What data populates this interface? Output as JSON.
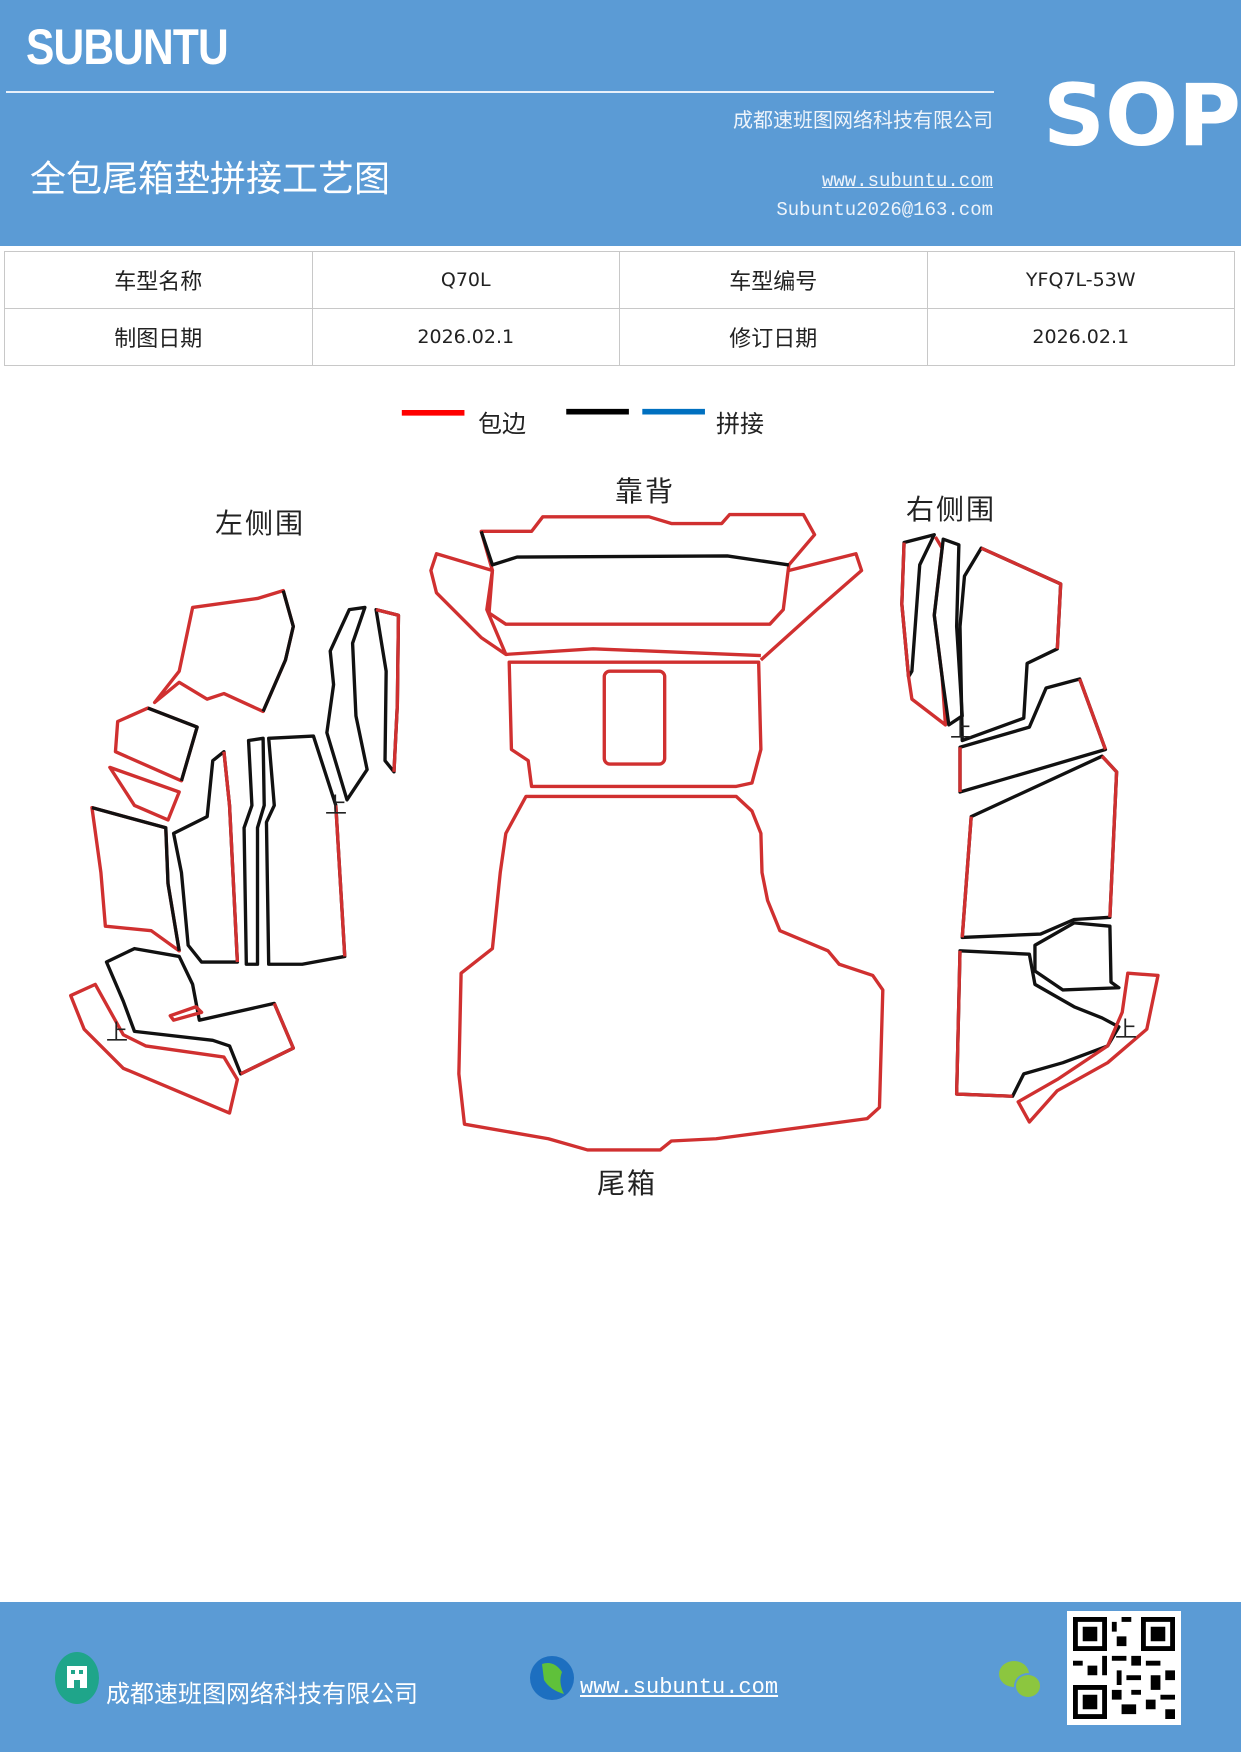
{
  "header": {
    "brand": "SUBUNTU",
    "company": "成都速班图网络科技有限公司",
    "title": "全包尾箱垫拼接工艺图",
    "website": "www.subuntu.com",
    "email": "Subuntu2026@163.com",
    "badge": "SOP",
    "bg_color": "#5b9bd5"
  },
  "info_table": {
    "rows": [
      [
        "车型名称",
        "Q70L",
        "车型编号",
        "YFQ7L-53W"
      ],
      [
        "制图日期",
        "2026.02.1",
        "修订日期",
        "2026.02.1"
      ]
    ]
  },
  "legend": {
    "items": [
      {
        "label": "包边",
        "color": "#ff0000"
      },
      {
        "label": "",
        "color": "#000000"
      },
      {
        "label": "拼接",
        "color": "#0070c0"
      }
    ]
  },
  "diagram": {
    "labels": {
      "backrest": "靠背",
      "left_side": "左侧围",
      "right_side": "右侧围",
      "trunk": "尾箱"
    },
    "up_mark": "上",
    "edge_color": "#d03030"
  },
  "footer": {
    "company": "成都速班图网络科技有限公司",
    "website": "www.subuntu.com",
    "icons": [
      "building-icon",
      "globe-icon",
      "wechat-icon",
      "qr-code"
    ]
  }
}
